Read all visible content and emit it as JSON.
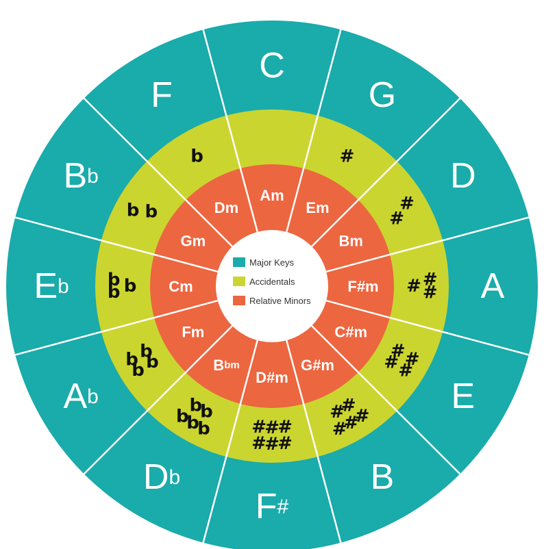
{
  "legend": {
    "major": {
      "label": "Major Keys",
      "color": "#1aabab"
    },
    "accidentals": {
      "label": "Accidentals",
      "color": "#cbd52f"
    },
    "minor": {
      "label": "Relative Minors",
      "color": "#ec6640"
    }
  },
  "keys": [
    {
      "major": "C",
      "major_sub": "",
      "minor": "Am",
      "minor_sub": "",
      "accidental": "",
      "count": 0
    },
    {
      "major": "G",
      "major_sub": "",
      "minor": "Em",
      "minor_sub": "",
      "accidental": "#",
      "count": 1
    },
    {
      "major": "D",
      "major_sub": "",
      "minor": "Bm",
      "minor_sub": "",
      "accidental": "#",
      "count": 2
    },
    {
      "major": "A",
      "major_sub": "",
      "minor": "F#m",
      "minor_sub": "",
      "accidental": "#",
      "count": 3
    },
    {
      "major": "E",
      "major_sub": "",
      "minor": "C#m",
      "minor_sub": "",
      "accidental": "#",
      "count": 4
    },
    {
      "major": "B",
      "major_sub": "",
      "minor": "G#m",
      "minor_sub": "",
      "accidental": "#",
      "count": 5
    },
    {
      "major": "F",
      "major_sub": "#",
      "minor": "D#m",
      "minor_sub": "",
      "accidental": "#",
      "count": 6
    },
    {
      "major": "D",
      "major_sub": "b",
      "minor": "B",
      "minor_sub": "bm",
      "accidental": "b",
      "count": 5
    },
    {
      "major": "A",
      "major_sub": "b",
      "minor": "Fm",
      "minor_sub": "",
      "accidental": "b",
      "count": 4
    },
    {
      "major": "E",
      "major_sub": "b",
      "minor": "Cm",
      "minor_sub": "",
      "accidental": "b",
      "count": 3
    },
    {
      "major": "B",
      "major_sub": "b",
      "minor": "Gm",
      "minor_sub": "",
      "accidental": "b",
      "count": 2
    },
    {
      "major": "F",
      "major_sub": "",
      "minor": "Dm",
      "minor_sub": "",
      "accidental": "b",
      "count": 1
    }
  ]
}
